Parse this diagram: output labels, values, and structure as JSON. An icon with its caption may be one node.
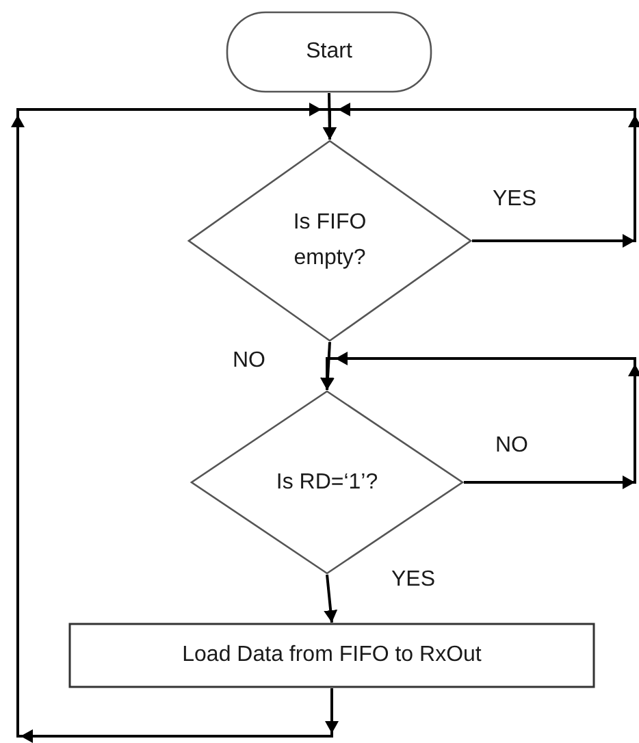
{
  "diagram": {
    "nodes": [
      {
        "text": [
          "Start"
        ]
      },
      {
        "text": [
          "Is FIFO empty?"
        ]
      },
      {
        "text": [
          "Is RD=‘1’?"
        ]
      },
      {
        "text": [
          "Load Data from FIFO to RxOut"
        ]
      }
    ],
    "edges": [
      {
        "from": 0,
        "to": 1,
        "arrow": "to"
      },
      {
        "from": 1,
        "to": 1,
        "arrow": "to",
        "label": "YES"
      },
      {
        "from": 1,
        "to": 2,
        "arrow": "to",
        "label": "NO"
      },
      {
        "from": 2,
        "to": 2,
        "arrow": "to",
        "label": "NO"
      },
      {
        "from": 2,
        "to": 3,
        "arrow": "to",
        "label": "YES"
      },
      {
        "from": 3,
        "to": 1,
        "arrow": "to"
      }
    ]
  }
}
